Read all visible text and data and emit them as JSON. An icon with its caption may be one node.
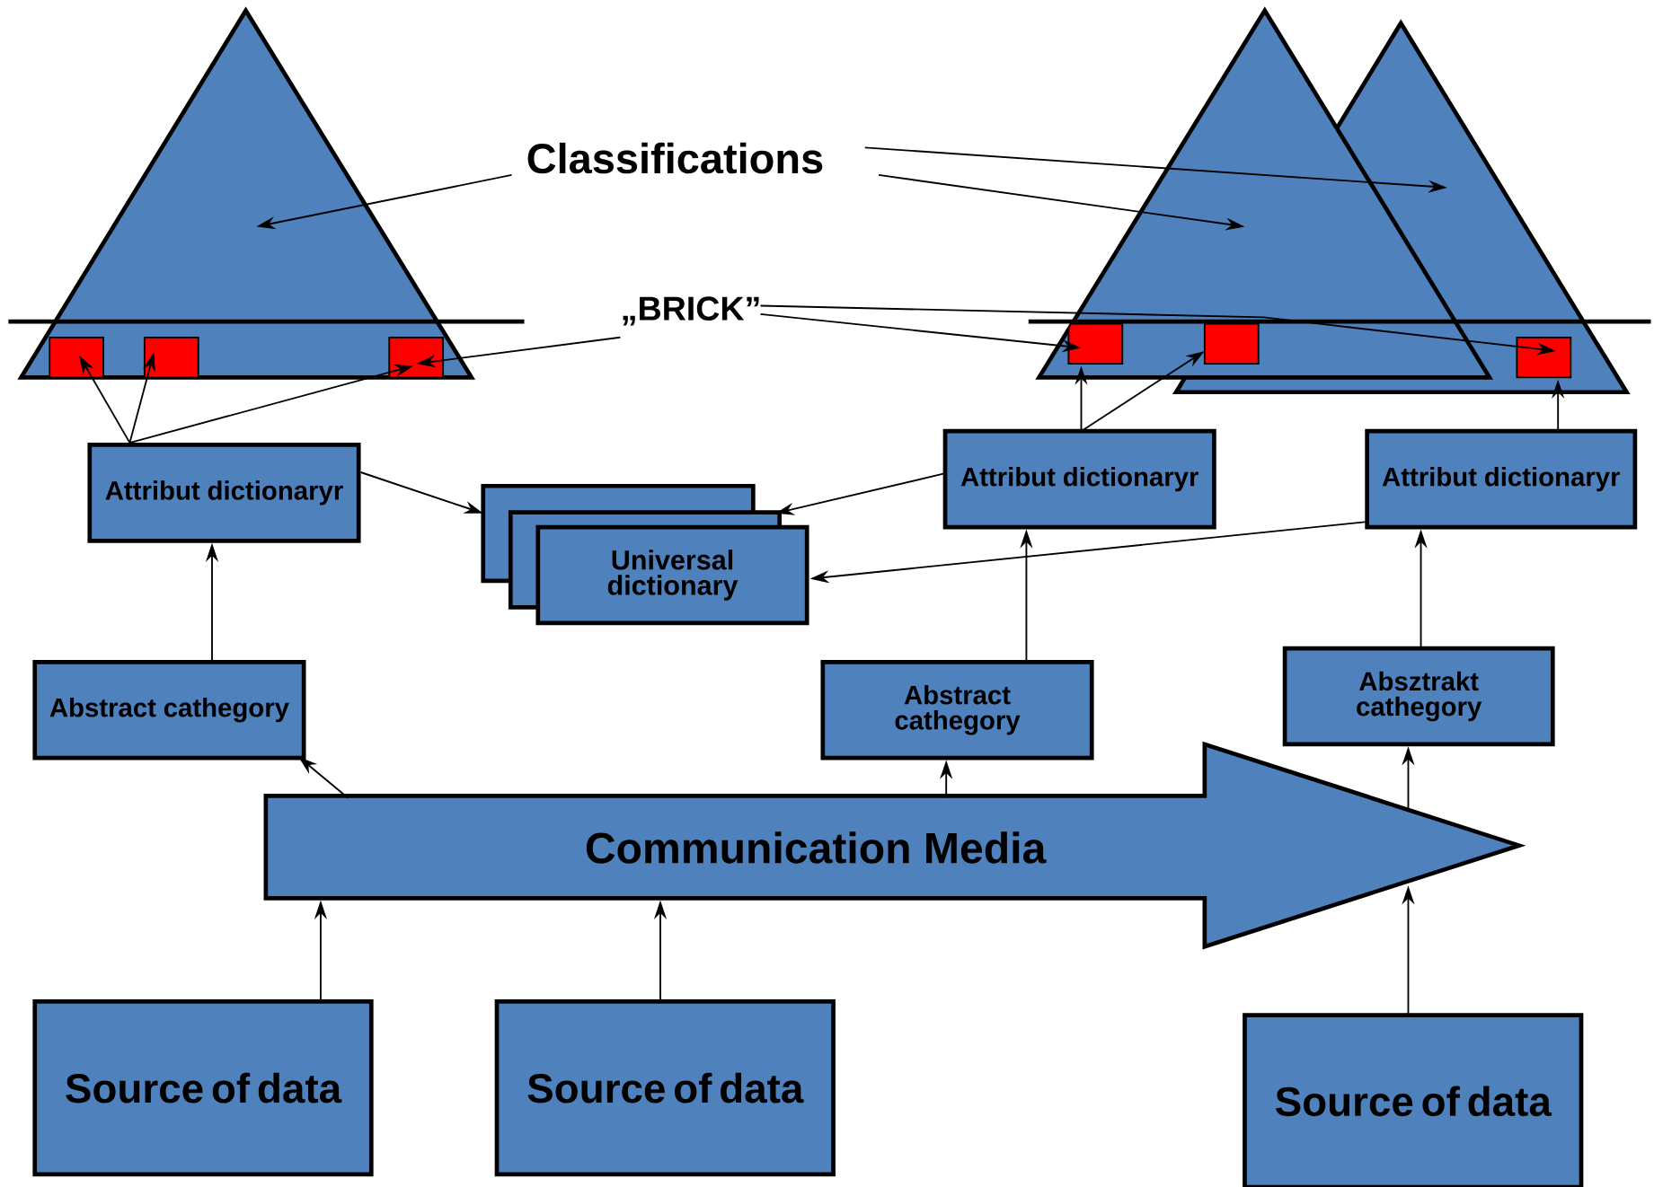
{
  "diagram": {
    "nodes": [
      {
        "text": [
          "Classifications"
        ]
      },
      {
        "text": [],
        "shape": "triangle"
      },
      {
        "text": [],
        "shape": "triangle"
      },
      {
        "text": [],
        "shape": "triangle"
      },
      {
        "text": [
          "„BRICK”"
        ]
      },
      {
        "text": [],
        "shape": "box",
        "in": 1
      },
      {
        "text": [],
        "shape": "box",
        "in": 1
      },
      {
        "text": [],
        "shape": "box",
        "in": 1
      },
      {
        "text": [],
        "shape": "box",
        "in": 3
      },
      {
        "text": [],
        "shape": "box"
      },
      {
        "text": [],
        "shape": "box",
        "in": 2
      },
      {
        "text": [
          "Attribut dictionaryr"
        ]
      },
      {
        "text": [
          "Attribut dictionaryr"
        ]
      },
      {
        "text": [
          "Attribut dictionaryr"
        ]
      },
      {
        "text": [
          "Universal dictionary"
        ]
      },
      {
        "text": [
          "Abstract cathegory"
        ]
      },
      {
        "text": [
          "Abstract cathegory"
        ]
      },
      {
        "text": [
          "Absztrakt cathegory"
        ]
      },
      {
        "text": [
          "Communication Media"
        ]
      },
      {
        "text": [
          "Source of data"
        ]
      },
      {
        "text": [
          "Source of data"
        ]
      },
      {
        "text": [
          "Source of data"
        ]
      }
    ],
    "edges": [
      {
        "from": 0,
        "to": 1,
        "arrow": "to"
      },
      {
        "from": 0,
        "to": 3,
        "arrow": "to"
      },
      {
        "from": 0,
        "to": 2,
        "arrow": "to"
      },
      {
        "from": 4,
        "to": 7,
        "arrow": "to"
      },
      {
        "from": 4,
        "to": 8,
        "arrow": "to"
      },
      {
        "from": 4,
        "to": 10,
        "arrow": "to"
      },
      {
        "from": 11,
        "to": 5,
        "arrow": "to"
      },
      {
        "from": 11,
        "to": 6,
        "arrow": "to"
      },
      {
        "from": 11,
        "to": 7,
        "arrow": "to"
      },
      {
        "from": 11,
        "to": 14,
        "arrow": "to"
      },
      {
        "from": 12,
        "to": 14,
        "arrow": "to"
      },
      {
        "from": 13,
        "to": 14,
        "arrow": "to"
      },
      {
        "from": 12,
        "to": 8,
        "arrow": "to"
      },
      {
        "from": 12,
        "to": 9,
        "arrow": "to"
      },
      {
        "from": 13,
        "to": 10,
        "arrow": "to"
      },
      {
        "from": 15,
        "to": 11,
        "arrow": "to"
      },
      {
        "from": 16,
        "to": 12,
        "arrow": "to"
      },
      {
        "from": 17,
        "to": 13,
        "arrow": "to"
      },
      {
        "from": 18,
        "to": 15,
        "arrow": "to"
      },
      {
        "from": 18,
        "to": 16,
        "arrow": "to"
      },
      {
        "from": 18,
        "to": 17,
        "arrow": "to"
      },
      {
        "from": 19,
        "to": 18,
        "arrow": "to"
      },
      {
        "from": 20,
        "to": 18,
        "arrow": "to"
      },
      {
        "from": 21,
        "to": 18,
        "arrow": "to"
      }
    ]
  }
}
